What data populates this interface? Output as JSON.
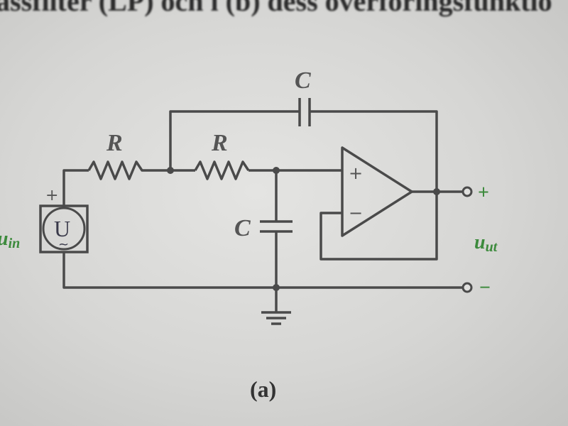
{
  "header_text": "assfilter (LP) och i (b) dess överföringsfunktio",
  "labels": {
    "capacitor_feedback": "C",
    "resistor_1": "R",
    "resistor_2": "R",
    "capacitor_ground": "C",
    "source_symbol": "U",
    "source_tilde": "~",
    "input_label": "u",
    "input_sub": "in",
    "output_label": "u",
    "output_sub": "ut",
    "plus": "+",
    "minus": "−",
    "opamp_plus": "+",
    "opamp_minus": "−",
    "out_plus": "+",
    "out_minus": "−"
  },
  "caption": "(a)",
  "colors": {
    "wire": "#4a4a4a",
    "label_green": "#3c8a3c"
  }
}
